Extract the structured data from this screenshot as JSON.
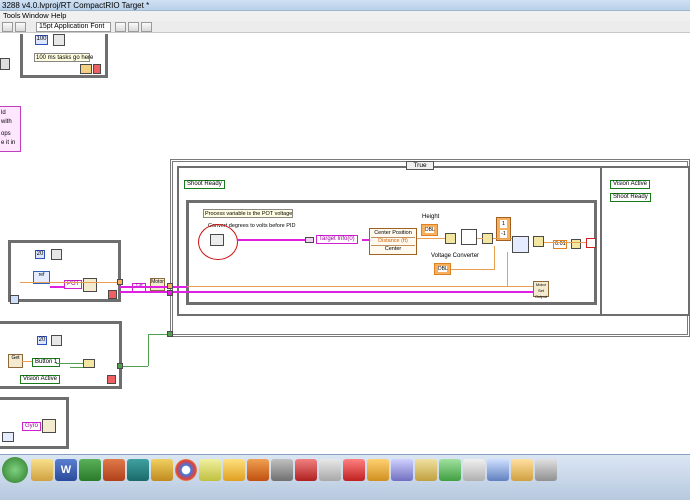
{
  "window": {
    "title": "3288 v4.0.lvproj/RT CompactRIO Target *"
  },
  "menu": {
    "items": [
      "Tools",
      "Window",
      "Help"
    ]
  },
  "toolbar": {
    "font_selector": "15pt Application Font"
  },
  "diagram": {
    "top_loop": {
      "comment": "100 ms tasks go here"
    },
    "note_fragments": [
      "ld",
      "with",
      "ops",
      "e it in"
    ],
    "case_structure": {
      "selector": "True"
    },
    "case_left": {
      "shoot_ready": "Shoot Ready"
    },
    "case_right": {
      "vision_active": "Vision Active",
      "shoot_ready": "Shoot Ready"
    },
    "inner": {
      "comment_line1": "Process variable is the POT voltage",
      "comment_line2": "Convert degrees to volts before PID",
      "target_info": "Target Info(0)",
      "cluster_items": [
        "Center Position",
        "Distance (ft)",
        "Center"
      ],
      "height_label": "Height",
      "voltage_label": "Voltage Converter",
      "const_1": "1",
      "const_neg1": "-1",
      "const_001": "0.01",
      "motor_set_output": "Motor Set Output",
      "const_dbl": "DBL"
    },
    "pot": {
      "label": "POT",
      "motor_label": "Motor"
    },
    "tilt": {
      "label": "Tilt"
    },
    "mid_loop": {
      "get_label": "Get",
      "button": "Button 1",
      "vision_active": "Vision Active"
    },
    "gyro": {
      "label": "Gyro"
    }
  },
  "taskbar": {
    "icons": [
      "start-icon",
      "explorer-icon",
      "word-icon",
      "excel-icon",
      "powerpoint-icon",
      "publisher-icon",
      "outlook-icon",
      "chrome-icon",
      "labview-icon",
      "paint-icon",
      "firefox-icon",
      "gimp-icon",
      "acrobat-icon",
      "ni-icon",
      "stop-icon",
      "vi-icon",
      "cam-icon",
      "folder-icon",
      "remote-icon",
      "find-icon",
      "misc-icon"
    ]
  },
  "colors": {
    "wire_pink": "#e020e0",
    "wire_orange": "#e8a050",
    "wire_green": "#50a050",
    "annotation_red": "#d01010"
  }
}
